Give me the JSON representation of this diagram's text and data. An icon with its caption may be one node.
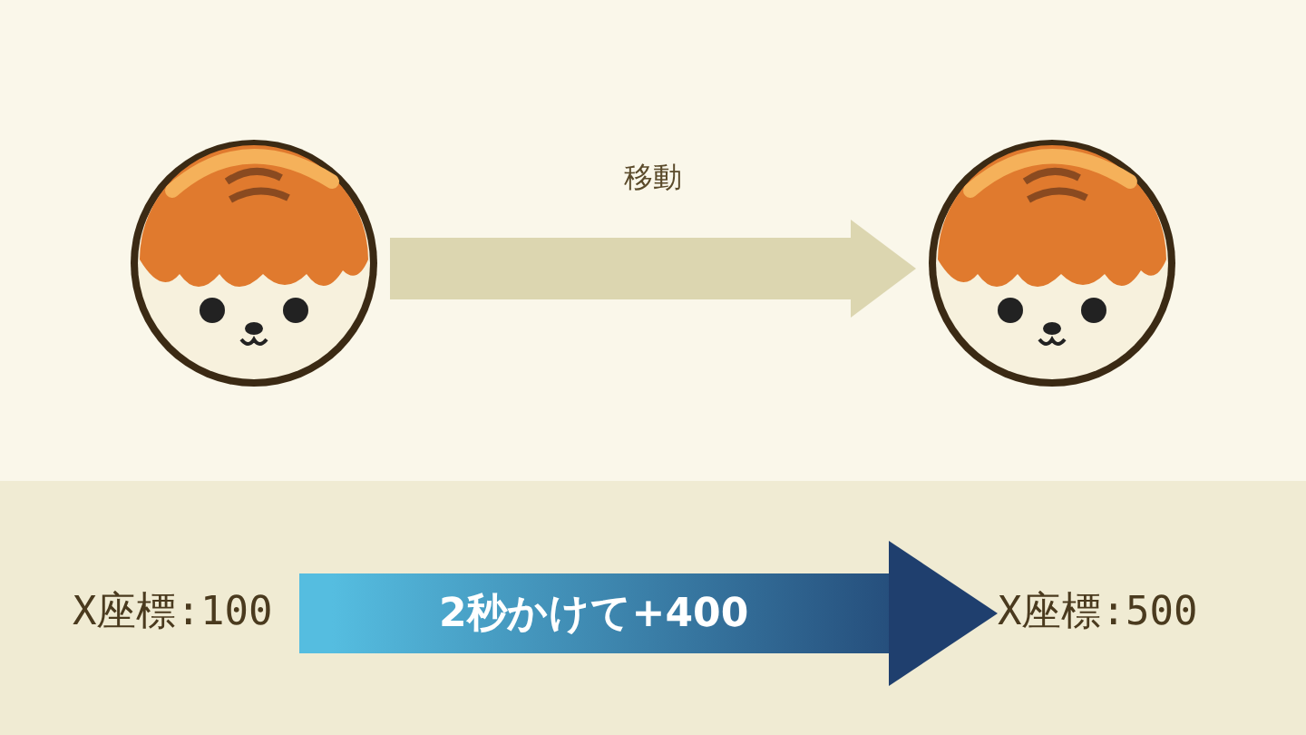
{
  "diagram": {
    "nodes": [
      {
        "text": [],
        "shape": "picture"
      },
      {
        "text": [],
        "shape": "picture"
      },
      {
        "text": [
          "X座標:100"
        ]
      },
      {
        "text": [
          "X座標:500"
        ]
      }
    ],
    "edges": [
      {
        "from": 0,
        "to": 1,
        "arrow": "to",
        "label": "移動"
      },
      {
        "from": 2,
        "to": 3,
        "arrow": "to",
        "label": "2秒かけて+400"
      }
    ]
  }
}
